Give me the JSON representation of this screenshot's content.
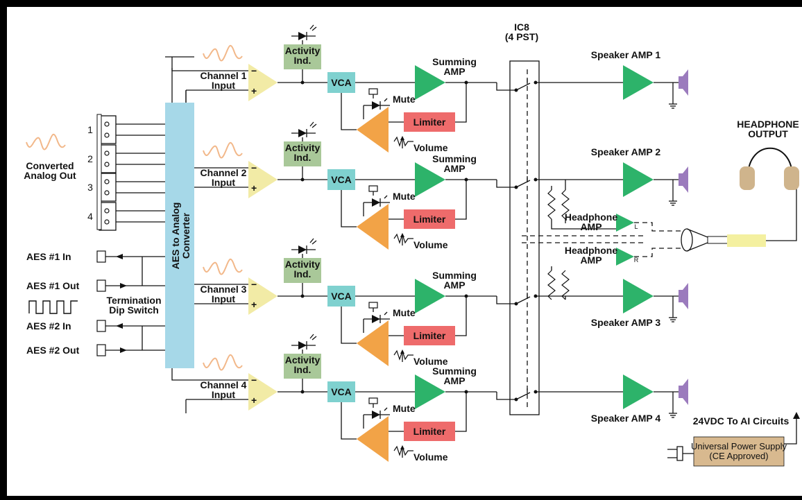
{
  "channels": [
    {
      "input": "Channel 1\nInput",
      "activity": "Activity\nInd.",
      "vca": "VCA",
      "summing": "Summing\nAMP",
      "mute": "Mute",
      "limiter": "Limiter",
      "volume": "Volume",
      "speaker": "Speaker AMP 1"
    },
    {
      "input": "Channel 2\nInput",
      "activity": "Activity\nInd.",
      "vca": "VCA",
      "summing": "Summing\nAMP",
      "mute": "Mute",
      "limiter": "Limiter",
      "volume": "Volume",
      "speaker": "Speaker AMP 2"
    },
    {
      "input": "Channel 3\nInput",
      "activity": "Activity\nInd.",
      "vca": "VCA",
      "summing": "Summing\nAMP",
      "mute": "Mute",
      "limiter": "Limiter",
      "volume": "Volume",
      "speaker": "Speaker AMP 3"
    },
    {
      "input": "Channel 4\nInput",
      "activity": "Activity\nInd.",
      "vca": "VCA",
      "summing": "Summing\nAMP",
      "mute": "Mute",
      "limiter": "Limiter",
      "volume": "Volume",
      "speaker": "Speaker AMP 4"
    }
  ],
  "terminal_numbers": [
    "1",
    "2",
    "3",
    "4"
  ],
  "converted_analog_out": "Converted\nAnalog Out",
  "converter": "AES to Analog\nConverter",
  "aes_labels": [
    "AES #1 In",
    "AES #1 Out",
    "AES #2 In",
    "AES #2 Out"
  ],
  "termination": "Termination\nDip Switch",
  "ic8": "IC8\n(4 PST)",
  "headphone_amps": [
    "Headphone\nAMP",
    "Headphone\nAMP"
  ],
  "headphone_amp_tags": [
    "L",
    "R"
  ],
  "headphone_output": "HEADPHONE\nOUTPUT",
  "power_label": "24VDC To AI  Circuits",
  "power_supply": "Universal Power Supply\n(CE Approved)",
  "colors": {
    "input_amp": "#f2eba6",
    "activity": "#a9c899",
    "vca": "#7fd1cf",
    "summing": "#2db36a",
    "limiter_box": "#ee6b6b",
    "limiter_amp": "#f2a347",
    "converter": "#a6d8e8",
    "speaker": "#9b7bbd",
    "headphone_cup": "#cfb48c",
    "power_supply": "#d8b98f",
    "plug": "#f4f0a0"
  }
}
